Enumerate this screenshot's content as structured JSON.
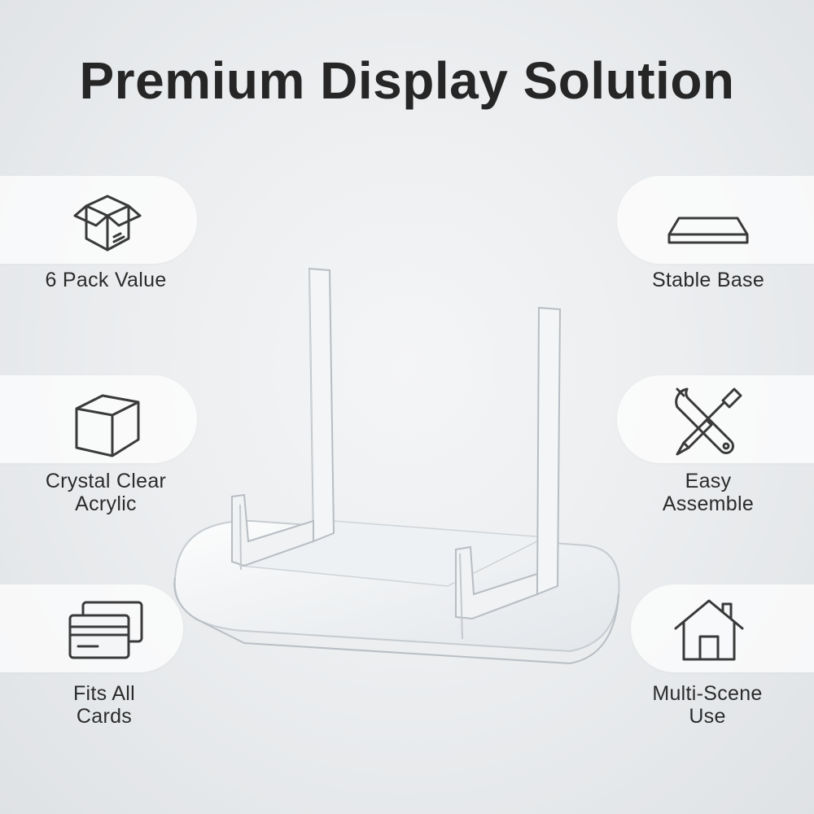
{
  "title": "Premium Display Solution",
  "features": {
    "pack": {
      "icon": "box-icon",
      "label": "6 Pack Value"
    },
    "clear": {
      "icon": "cube-icon",
      "label_line1": "Crystal Clear",
      "label_line2": "Acrylic"
    },
    "cards": {
      "icon": "cards-icon",
      "label_line1": "Fits All",
      "label_line2": "Cards"
    },
    "base": {
      "icon": "base-plate-icon",
      "label": "Stable Base"
    },
    "assemble": {
      "icon": "wrench-screwdriver-icon",
      "label_line1": "Easy",
      "label_line2": "Assemble"
    },
    "scene": {
      "icon": "house-icon",
      "label_line1": "Multi-Scene",
      "label_line2": "Use"
    }
  },
  "colors": {
    "text": "#262626",
    "icon": "#3a3a3a",
    "pill": "#ffffff"
  }
}
